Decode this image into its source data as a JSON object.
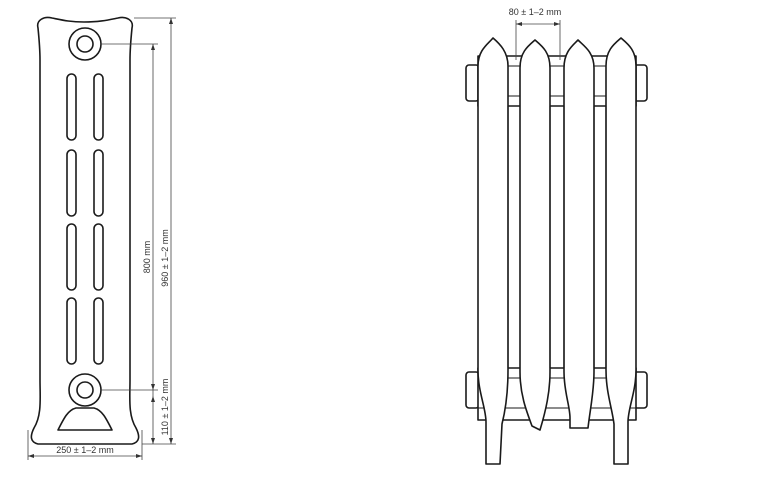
{
  "dimensions": {
    "height_inner": "800 mm",
    "height_total": "960 ± 1–2 mm",
    "foot_height": "110 ± 1–2 mm",
    "width": "250 ± 1–2 mm",
    "section_spacing": "80 ± 1–2 mm"
  },
  "colors": {
    "line": "#1a1a1a",
    "background": "#ffffff"
  }
}
